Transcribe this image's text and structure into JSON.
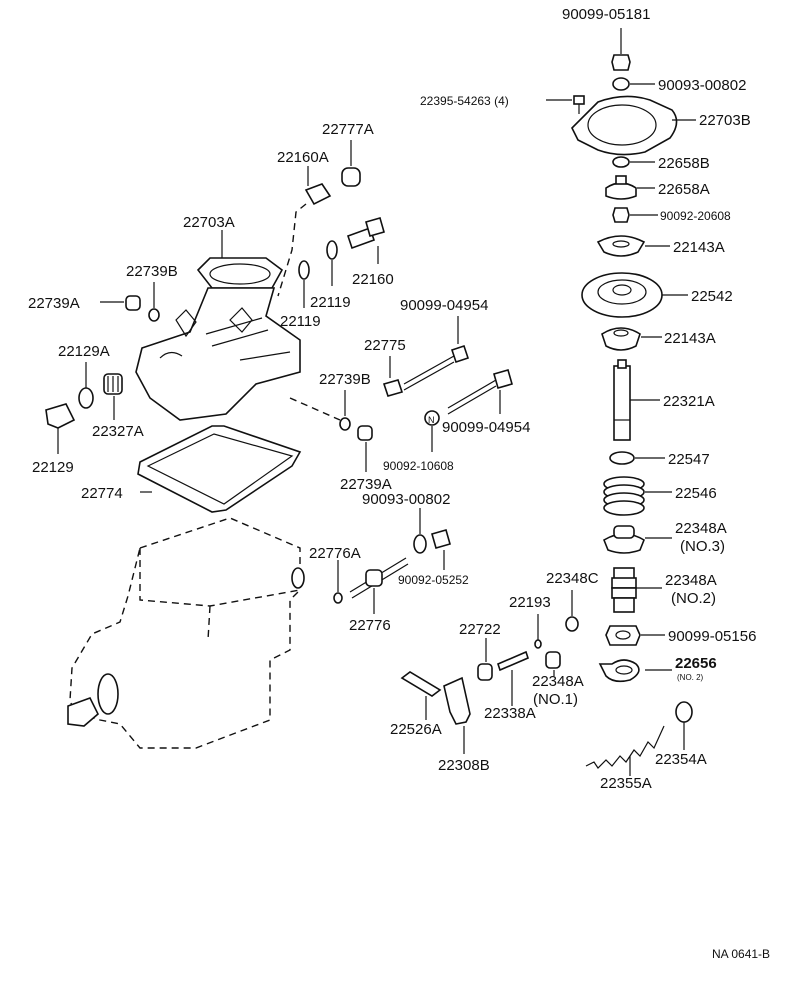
{
  "labels": [
    {
      "id": "p1",
      "text": "90099-05181"
    },
    {
      "id": "p2",
      "text": "90093-00802"
    },
    {
      "id": "p3",
      "text": "22395-54263 (4)"
    },
    {
      "id": "p4",
      "text": "22703B"
    },
    {
      "id": "p5",
      "text": "22658B"
    },
    {
      "id": "p6",
      "text": "22658A"
    },
    {
      "id": "p7",
      "text": "90092-20608"
    },
    {
      "id": "p8",
      "text": "22143A"
    },
    {
      "id": "p9",
      "text": "22542"
    },
    {
      "id": "p10",
      "text": "22143A"
    },
    {
      "id": "p11",
      "text": "22321A"
    },
    {
      "id": "p12",
      "text": "22547"
    },
    {
      "id": "p13",
      "text": "22546"
    },
    {
      "id": "p14",
      "text": "22348A"
    },
    {
      "id": "p15",
      "text": "(NO.3)"
    },
    {
      "id": "p16",
      "text": "22348A"
    },
    {
      "id": "p17",
      "text": "(NO.2)"
    },
    {
      "id": "p18",
      "text": "90099-05156"
    },
    {
      "id": "p19",
      "text": "22656"
    },
    {
      "id": "p20",
      "text": "(NO. 2)"
    },
    {
      "id": "p21",
      "text": "22354A"
    },
    {
      "id": "p22",
      "text": "22355A"
    },
    {
      "id": "p23",
      "text": "22777A"
    },
    {
      "id": "p24",
      "text": "22160A"
    },
    {
      "id": "p25",
      "text": "22703A"
    },
    {
      "id": "p26",
      "text": "22739B"
    },
    {
      "id": "p27",
      "text": "22739A"
    },
    {
      "id": "p28",
      "text": "22119"
    },
    {
      "id": "p29",
      "text": "22119"
    },
    {
      "id": "p30",
      "text": "22160"
    },
    {
      "id": "p31",
      "text": "22129A"
    },
    {
      "id": "p32",
      "text": "22327A"
    },
    {
      "id": "p33",
      "text": "22129"
    },
    {
      "id": "p34",
      "text": "90099-04954"
    },
    {
      "id": "p35",
      "text": "22775"
    },
    {
      "id": "p36",
      "text": "22739B"
    },
    {
      "id": "p37",
      "text": "90099-04954"
    },
    {
      "id": "p38",
      "text": "90092-10608"
    },
    {
      "id": "p39",
      "text": "22739A"
    },
    {
      "id": "p40",
      "text": "22774"
    },
    {
      "id": "p41",
      "text": "90093-00802"
    },
    {
      "id": "p42",
      "text": "22776A"
    },
    {
      "id": "p43",
      "text": "90092-05252"
    },
    {
      "id": "p44",
      "text": "22776"
    },
    {
      "id": "p45",
      "text": "22348C"
    },
    {
      "id": "p46",
      "text": "22193"
    },
    {
      "id": "p47",
      "text": "22722"
    },
    {
      "id": "p48",
      "text": "22348A"
    },
    {
      "id": "p49",
      "text": "(NO.1)"
    },
    {
      "id": "p50",
      "text": "22338A"
    },
    {
      "id": "p51",
      "text": "22526A"
    },
    {
      "id": "p52",
      "text": "22308B"
    },
    {
      "id": "p53",
      "text": "NA 0641-B"
    },
    {
      "id": "p54",
      "text": "N"
    }
  ]
}
